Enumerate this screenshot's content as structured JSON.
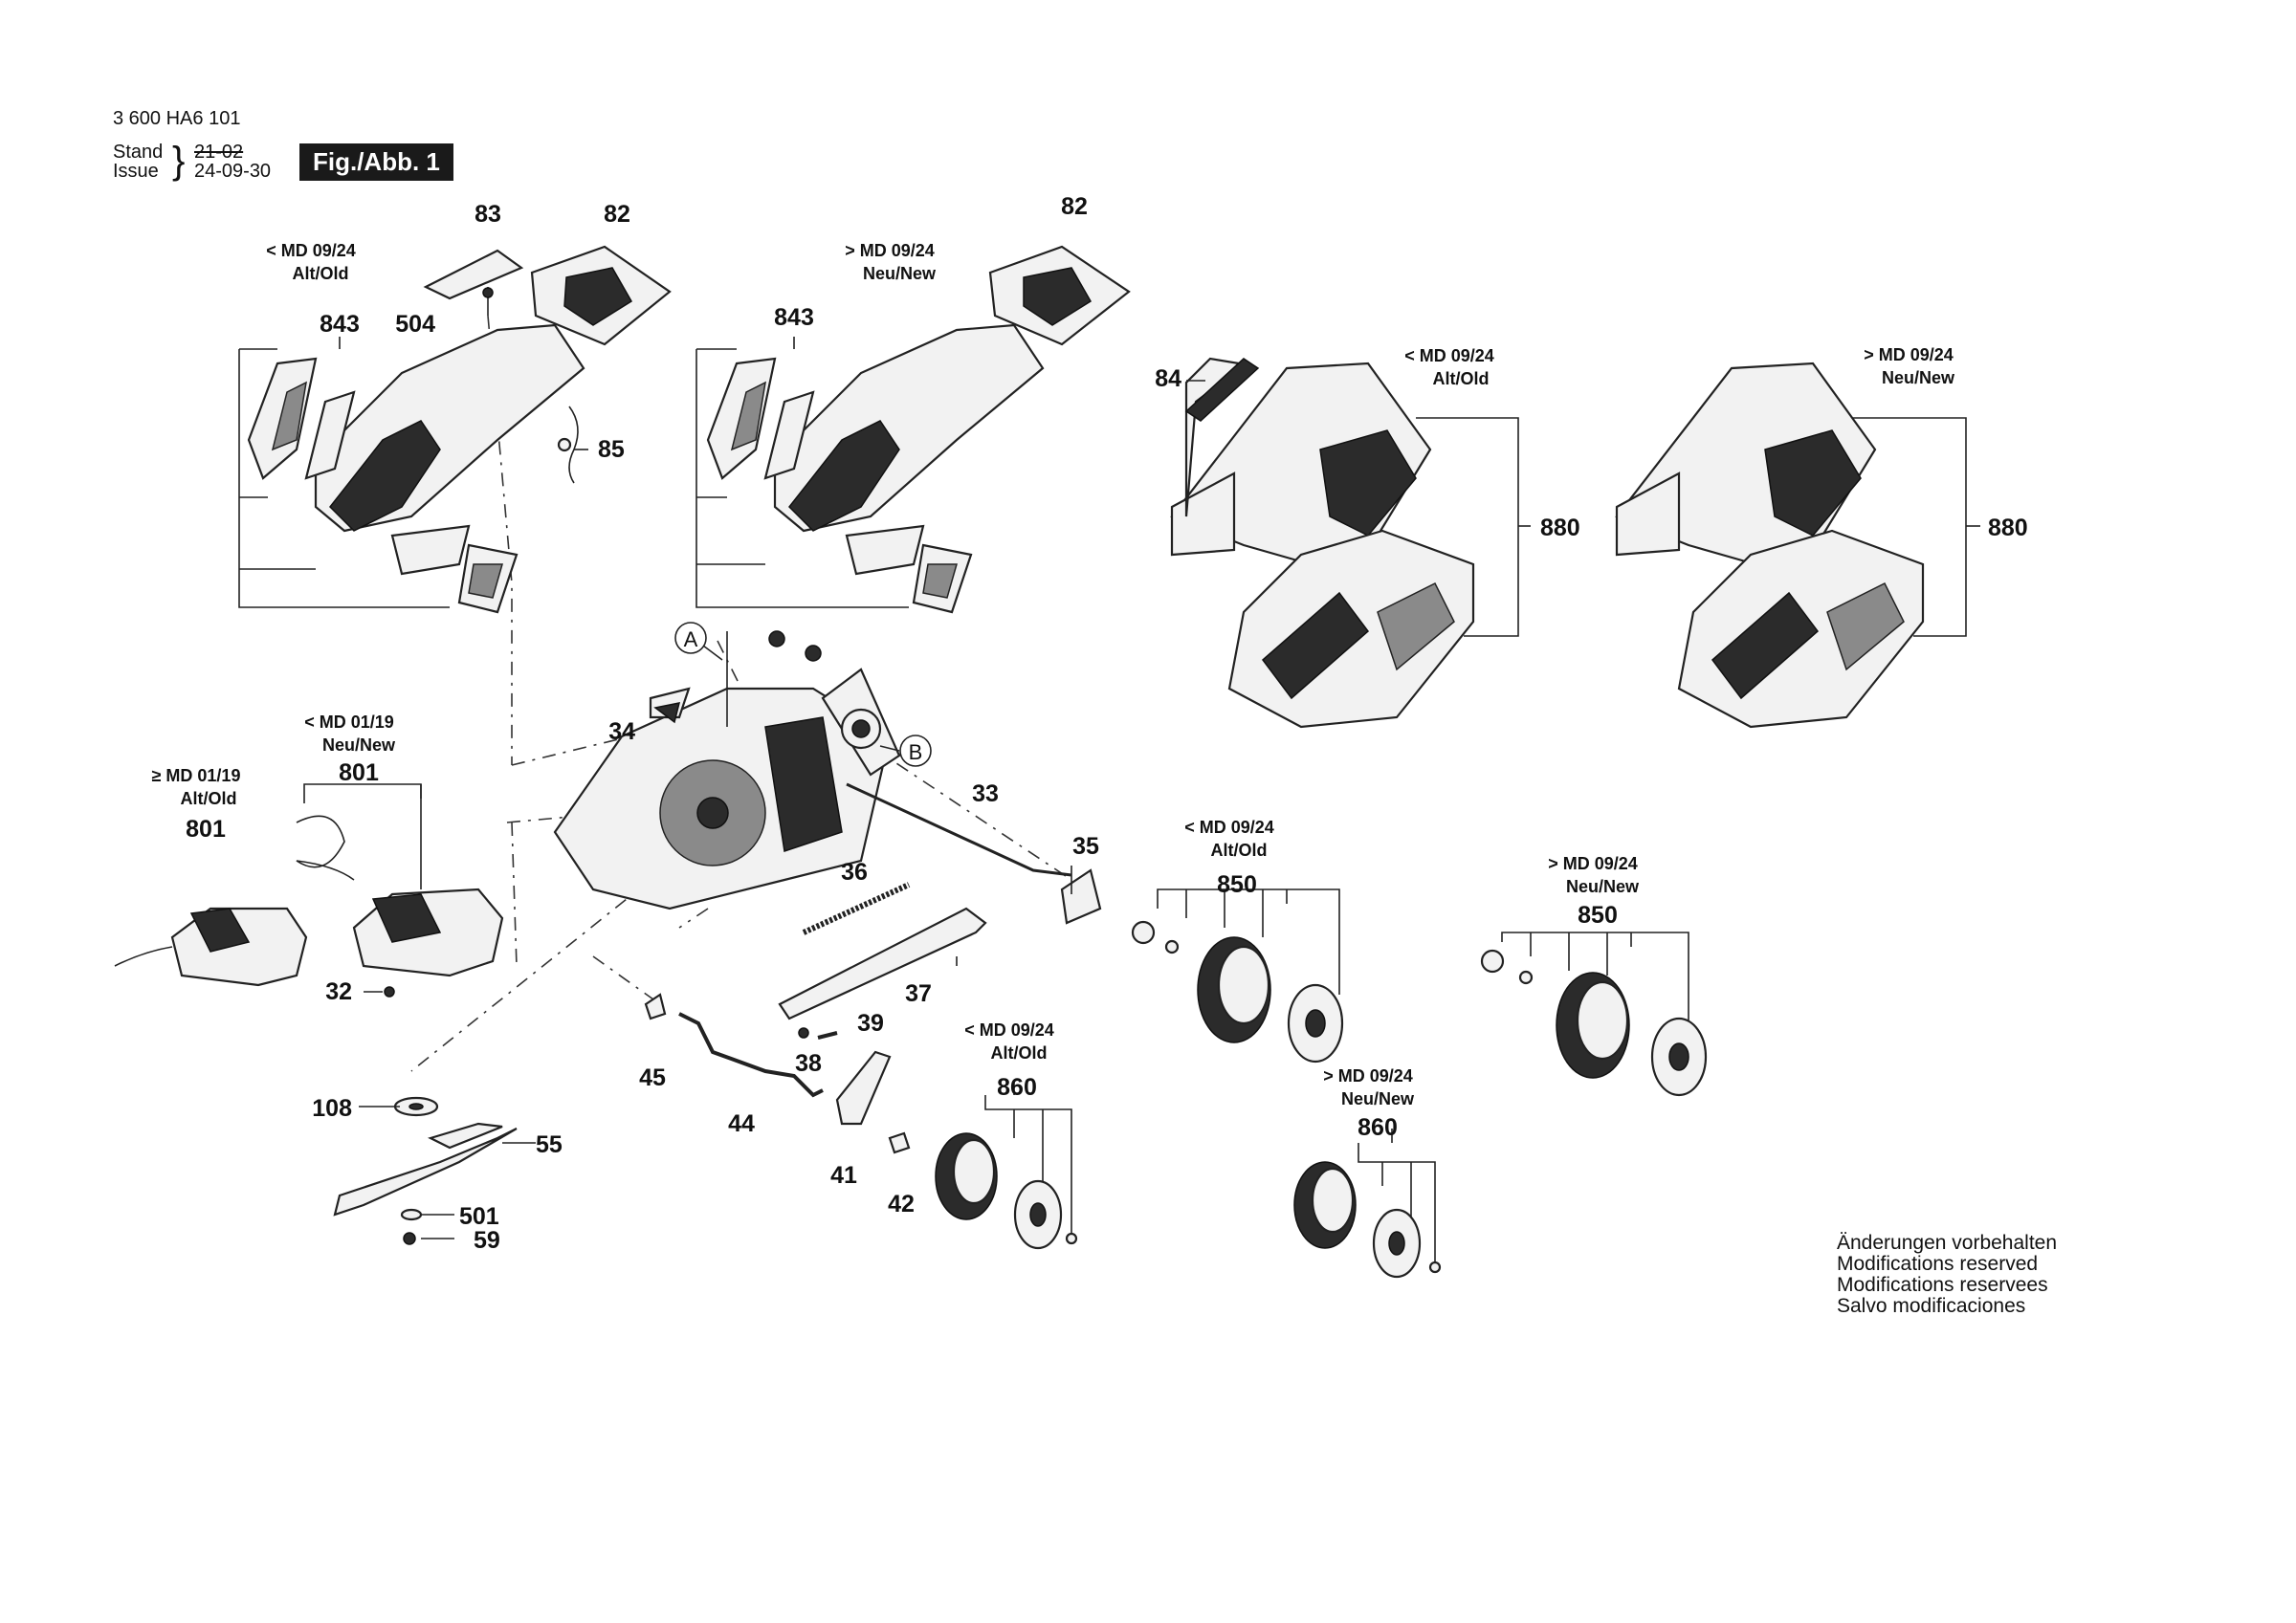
{
  "header": {
    "doc_number": "3 600 HA6 101",
    "stand_label": "Stand",
    "issue_label": "Issue",
    "old_date": "21-02",
    "new_date": "24-09-30",
    "figure": "Fig./Abb. 1"
  },
  "callouts": {
    "p83": "83",
    "p82a": "82",
    "p82b": "82",
    "p504": "504",
    "p843a": "843",
    "p843b": "843",
    "p85": "85",
    "p84": "84",
    "p880a": "880",
    "p880b": "880",
    "refA": "A",
    "refB": "B",
    "p34": "34",
    "p33": "33",
    "p35": "35",
    "p36": "36",
    "p37": "37",
    "p801a": "801",
    "p801b": "801",
    "p32": "32",
    "p850a": "850",
    "p850b": "850",
    "p45": "45",
    "p44": "44",
    "p39": "39",
    "p38": "38",
    "p41": "41",
    "p42": "42",
    "p860a": "860",
    "p860b": "860",
    "p108": "108",
    "p55": "55",
    "p501": "501",
    "p59": "59"
  },
  "variants": {
    "hood_old_md": "< MD 09/24",
    "hood_old_tag": "Alt/Old",
    "hood_new_md": "> MD 09/24",
    "hood_new_tag": "Neu/New",
    "box_old_md": "< MD 09/24",
    "box_old_tag": "Alt/Old",
    "box_new_md": "> MD 09/24",
    "box_new_tag": "Neu/New",
    "motor_new_md": "< MD 01/19",
    "motor_new_tag": "Neu/New",
    "motor_old_md": "≥ MD 01/19",
    "motor_old_tag": "Alt/Old",
    "rw_old_md": "< MD 09/24",
    "rw_old_tag": "Alt/Old",
    "rw_new_md": "> MD 09/24",
    "rw_new_tag": "Neu/New",
    "fw_old_md": "< MD 09/24",
    "fw_old_tag": "Alt/Old",
    "fw_new_md": "> MD 09/24",
    "fw_new_tag": "Neu/New"
  },
  "notes": [
    "Änderungen vorbehalten",
    "Modifications reserved",
    "Modifications reservees",
    "Salvo modificaciones"
  ]
}
